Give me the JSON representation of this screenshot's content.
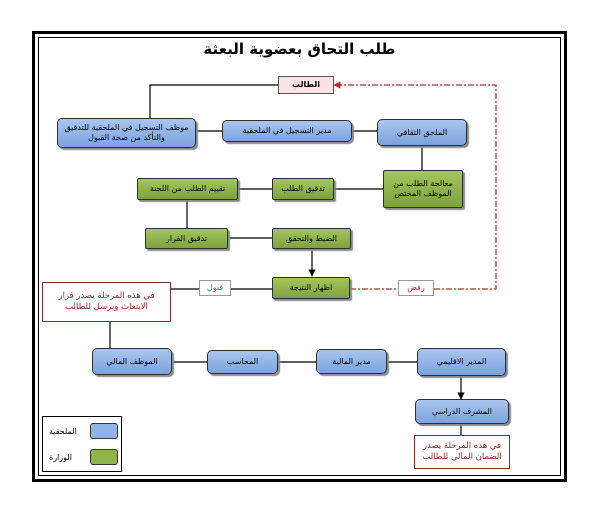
{
  "title": "طلب التحاق بعضوية البعثة",
  "nodes": {
    "student": "الطالب",
    "registration_employee": "موظف التسجيل في الملحقية للتدقيق والتأكد من صحة القبول",
    "registration_manager": "مدير التسجيل في الملحقية",
    "cultural_attache": "الملحق الثقافي",
    "processing": "معالجة الطلب من الموظف المختص",
    "request_check": "تدقيق الطلب",
    "committee_eval": "تقييم الطلب من اللجنة",
    "control_verify": "الضبط والتحقق",
    "decision_check": "تدقيق القرار",
    "show_result": "اظهار النتيجة",
    "accept": "قبول",
    "reject": "رفض",
    "accept_note": "في هذه المرحلة يصدر قرار الابتعاث ويرسل للطالب",
    "financial_employee": "الموظف المالي",
    "accountant": "المحاسب",
    "finance_manager": "مدير المالية",
    "regional_manager": "المدير الاقليمي",
    "academic_supervisor": "المشرف الدراسي",
    "supervisor_note": "في هذه المرحلة يصدر الضمان المالي للطالب"
  },
  "legend": {
    "attache_label": "الملحقية",
    "ministry_label": "الوزارة"
  },
  "colors": {
    "attache_blue": "#8fb3e4",
    "ministry_green": "#8fb44a",
    "reject_line": "#d42020",
    "student_fill": "#fbe3e4"
  }
}
